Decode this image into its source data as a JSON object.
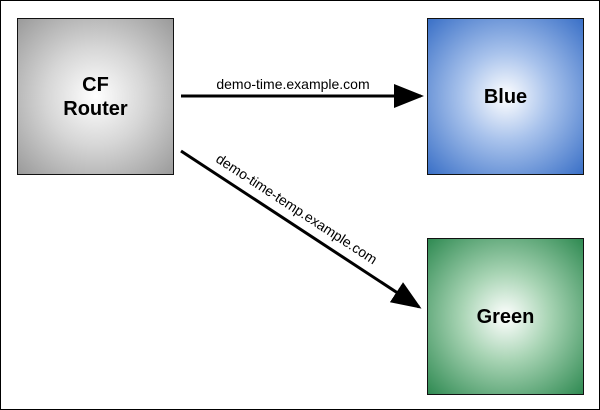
{
  "nodes": {
    "router": {
      "label": "CF\nRouter",
      "color": "#9a9a9a"
    },
    "blue": {
      "label": "Blue",
      "color": "#3a70c7"
    },
    "green": {
      "label": "Green",
      "color": "#2f8a52"
    }
  },
  "edges": {
    "to_blue": {
      "label": "demo-time.example.com"
    },
    "to_green": {
      "label": "demo-time-temp.example.com"
    }
  }
}
